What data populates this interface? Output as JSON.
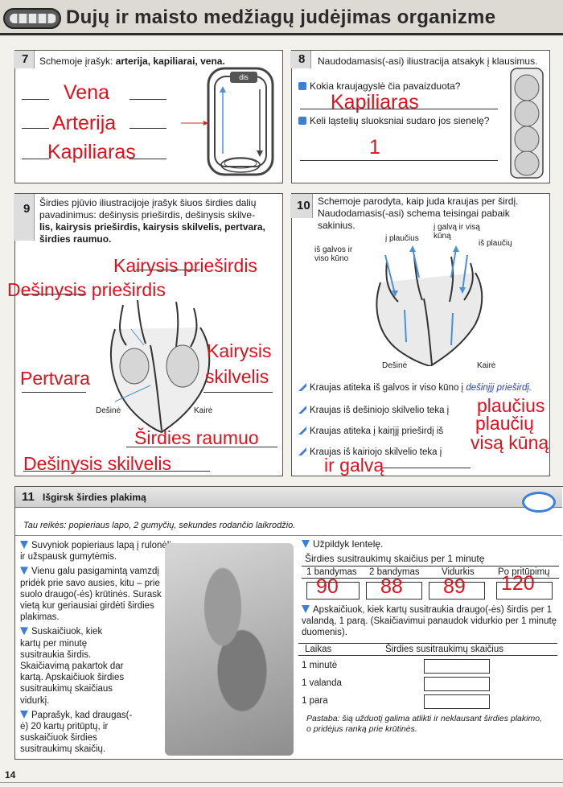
{
  "header": {
    "title": "Dujų ir maisto medžiagų judėjimas organizme",
    "page_number": "14"
  },
  "task7": {
    "number": "7",
    "instruction_plain": "Schemoje įrašyk: ",
    "instruction_bold": "arterija, kapiliarai, vena.",
    "answers": [
      "Vena",
      "Arterija",
      "Kapiliaras"
    ],
    "tag_label": "dis"
  },
  "task8": {
    "number": "8",
    "instruction": "Naudodamasis(-asi) iliustracija atsakyk į klausimus.",
    "question1": "Kokia kraujagyslė čia pavaizduota?",
    "answer1": "Kapiliaras",
    "question2": "Keli ląstelių sluoksniai sudaro jos sienelę?",
    "answer2": "1"
  },
  "task9": {
    "number": "9",
    "instruction_line1": "Širdies pjūvio iliustracijoje įrašyk šiuos širdies dalių",
    "instruction_line2": "pavadinimus: dešinysis prieširdis, dešinysis skilve-",
    "instruction_line3": "lis, kairysis prieširdis, kairysis skilvelis, pertvara,",
    "instruction_line4": "širdies raumuo.",
    "label_right": "Dešinė",
    "label_left": "Kairė",
    "answers": {
      "kairysis_prieširdis": "Kairysis prieširdis",
      "dešinysis_prieširdis": "Dešinysis prieširdis",
      "kairysis_skilvelis_1": "Kairysis",
      "kairysis_skilvelis_2": "skilvelis",
      "pertvara": "Pertvara",
      "širdies_raumuo": "Širdies raumuo",
      "dešinysis_skilvelis": "Dešinysis skilvelis"
    }
  },
  "task10": {
    "number": "10",
    "instruction_line1": "Schemoje parodyta, kaip juda kraujas per širdį.",
    "instruction_line2": "Naudodamasis(-asi) schema teisingai pabaik sakinius.",
    "diagram_labels": {
      "from_head": "iš galvos ir viso kūno",
      "to_lungs": "į plaučius",
      "to_head": "į galvą ir visą kūną",
      "from_lungs": "iš plaučių",
      "right": "Dešinė",
      "left": "Kairė"
    },
    "sentences": [
      {
        "text": "Kraujas atiteka iš galvos ir viso kūno į ",
        "answer": "dešinįjį prieširdį."
      },
      {
        "text": "Kraujas iš dešiniojo skilvelio teka į",
        "answer": ""
      },
      {
        "text": "Kraujas atiteka į kairįjį prieširdį iš",
        "answer": ""
      },
      {
        "text": "Kraujas iš kairiojo skilvelio teka į",
        "answer": ""
      }
    ],
    "handwritten": [
      "plaučius",
      "plaučių",
      "visą kūną",
      "ir galvą"
    ]
  },
  "task11": {
    "number": "11",
    "title": "Išgirsk širdies plakimą",
    "materials": "Tau reikės: popieriaus lapo, 2 gumyčių, sekundes rodančio laikrodžio.",
    "steps": [
      "Suvyniok popieriaus lapą į rulonėlį ir užspausk gumytėmis.",
      "Vienu galu pasigamintą vamzdį pridėk prie savo ausies, kitu – prie suolo draugo(-ės) krūtinės. Surask vietą kur geriausiai girdėti širdies plakimas.",
      "Suskaičiuok, kiek kartų per minutę susitraukia širdis. Skaičiavimą pakartok dar kartą. Apskaičiuok širdies susitraukimų skaičiaus vidurkį.",
      "Paprašyk, kad draugas(-ė) 20 kartų pritūptų, ir suskaičiuok širdies susitraukimų skaičių."
    ],
    "fill_table_instruction": "Užpildyk lentelę.",
    "table1_title": "Širdies susitraukimų skaičius per 1 minutę",
    "table1_headers": [
      "1 bandymas",
      "2 bandymas",
      "Vidurkis",
      "Po pritūpimų"
    ],
    "table1_values": [
      "90",
      "88",
      "89",
      "120"
    ],
    "calc_instruction": "Apskaičiuok, kiek kartų susitraukia draugo(-ės) širdis per 1 valandą, 1 parą. (Skaičiavimui panaudok vidurkio per 1 minutę duomenis).",
    "table2_headers": [
      "Laikas",
      "Širdies susitraukimų skaičius"
    ],
    "table2_rows": [
      "1 minutė",
      "1 valanda",
      "1 para"
    ],
    "note": "Pastaba: šią užduotį galima atlikti ir neklausant širdies plakimo, o pridėjus ranką prie krūtinės."
  },
  "colors": {
    "title_bar": "#3a3a3a",
    "handwriting_red": "#e0101c",
    "handwriting_blue": "#2a3cd0",
    "accent_blue": "#3b7fd9"
  }
}
